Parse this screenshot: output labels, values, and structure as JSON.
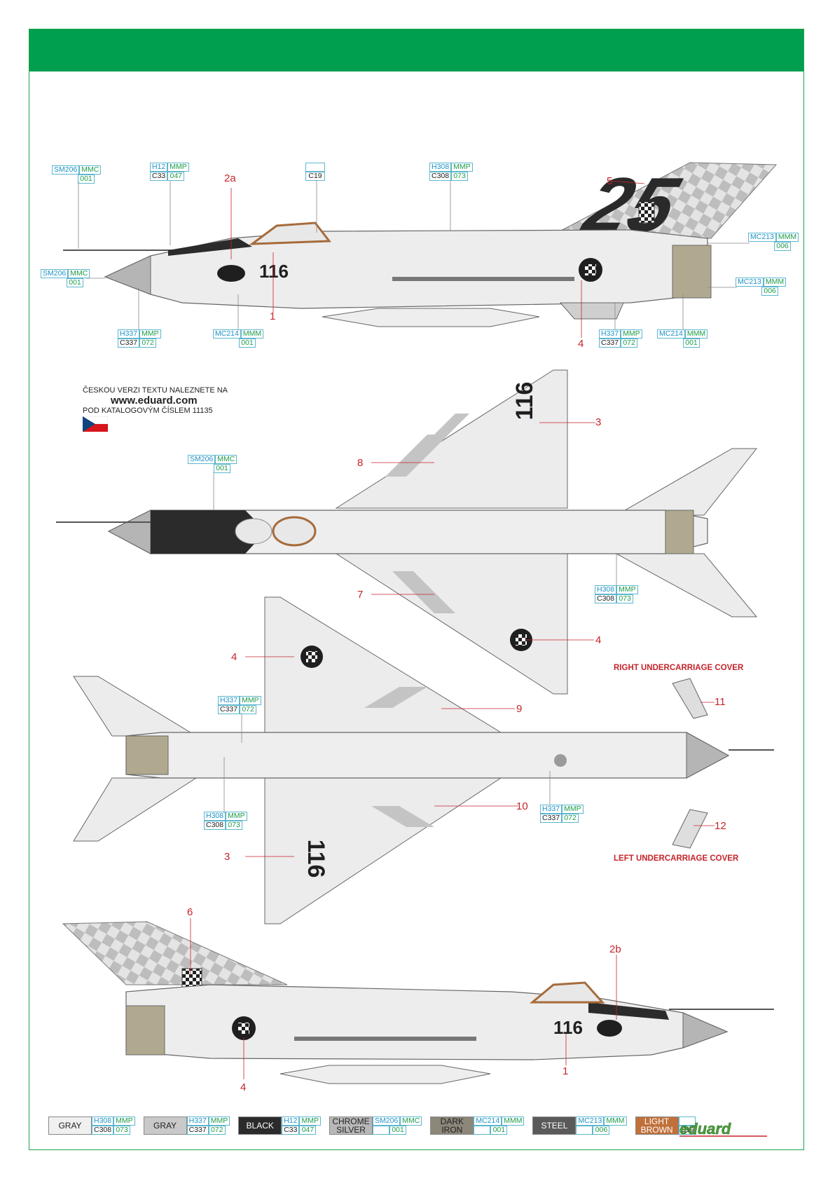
{
  "header": {
    "color": "#009e4f"
  },
  "czech_note": {
    "line1": "ČESKOU VERZI TEXTU NALEZNETE NA",
    "line2": "www.eduard.com",
    "line3": "POD KATALOGOVÝM ČÍSLEM  11135"
  },
  "code_boxes": [
    {
      "top": [
        "SM206",
        "MMC"
      ],
      "bottom": [
        "",
        "001"
      ]
    },
    {
      "top": [
        "H12",
        "MMP"
      ],
      "bottom": [
        "C33",
        "047"
      ]
    },
    {
      "top": [
        ""
      ],
      "bottom": [
        "C19"
      ]
    },
    {
      "top": [
        "H308",
        "MMP"
      ],
      "bottom": [
        "C308",
        "073"
      ]
    },
    {
      "top": [
        "MC213",
        "MMM"
      ],
      "bottom": [
        "",
        "006"
      ]
    },
    {
      "top": [
        "SM206",
        "MMC"
      ],
      "bottom": [
        "",
        "001"
      ]
    },
    {
      "top": [
        "MC213",
        "MMM"
      ],
      "bottom": [
        "",
        "006"
      ]
    },
    {
      "top": [
        "H337",
        "MMP"
      ],
      "bottom": [
        "C337",
        "072"
      ]
    },
    {
      "top": [
        "MC214",
        "MMM"
      ],
      "bottom": [
        "",
        "001"
      ]
    },
    {
      "top": [
        "H337",
        "MMP"
      ],
      "bottom": [
        "C337",
        "072"
      ]
    },
    {
      "top": [
        "MC214",
        "MMM"
      ],
      "bottom": [
        "",
        "001"
      ]
    },
    {
      "top": [
        "SM206",
        "MMC"
      ],
      "bottom": [
        "",
        "001"
      ]
    },
    {
      "top": [
        "H308",
        "MMP"
      ],
      "bottom": [
        "C308",
        "073"
      ]
    },
    {
      "top": [
        "H337",
        "MMP"
      ],
      "bottom": [
        "C337",
        "072"
      ]
    },
    {
      "top": [
        "H308",
        "MMP"
      ],
      "bottom": [
        "C308",
        "073"
      ]
    },
    {
      "top": [
        "H337",
        "MMP"
      ],
      "bottom": [
        "C337",
        "072"
      ]
    }
  ],
  "callouts": [
    "2a",
    "5",
    "1",
    "4",
    "3",
    "8",
    "7",
    "4",
    "4",
    "9",
    "10",
    "3",
    "11",
    "12",
    "6",
    "2b",
    "1",
    "4"
  ],
  "labels": {
    "right_cover": "RIGHT UNDERCARRIAGE COVER",
    "left_cover": "LEFT UNDERCARRIAGE COVER"
  },
  "aircraft": {
    "serial": "116",
    "tail_number": "25"
  },
  "legend": [
    {
      "name": "GRAY",
      "codes_top": [
        "H308",
        "MMP"
      ],
      "codes_bottom": [
        "C308",
        "073"
      ],
      "color": "#f0f0f0",
      "text": "#222"
    },
    {
      "name": "GRAY",
      "codes_top": [
        "H337",
        "MMP"
      ],
      "codes_bottom": [
        "C337",
        "072"
      ],
      "color": "#c9c9c9",
      "text": "#222"
    },
    {
      "name": "BLACK",
      "codes_top": [
        "H12",
        "MMP"
      ],
      "codes_bottom": [
        "C33",
        "047"
      ],
      "color": "#2b2b2b",
      "text": "#ffffff"
    },
    {
      "name": "CHROME SILVER",
      "codes_top": [
        "SM206",
        "MMC"
      ],
      "codes_bottom": [
        "",
        "001"
      ],
      "color": "#b8b8b8",
      "text": "#222"
    },
    {
      "name": "DARK IRON",
      "codes_top": [
        "MC214",
        "MMM"
      ],
      "codes_bottom": [
        "",
        "001"
      ],
      "color": "#8d877a",
      "text": "#222"
    },
    {
      "name": "STEEL",
      "codes_top": [
        "MC213",
        "MMM"
      ],
      "codes_bottom": [
        "",
        "006"
      ],
      "color": "#5a5a5a",
      "text": "#ffffff"
    },
    {
      "name": "LIGHT BROWN",
      "codes_top": [
        ""
      ],
      "codes_bottom": [
        "C19"
      ],
      "color": "#c0703a",
      "text": "#ffffff"
    }
  ],
  "brand": {
    "name": "eduard",
    "color": "#4a9e3b"
  }
}
